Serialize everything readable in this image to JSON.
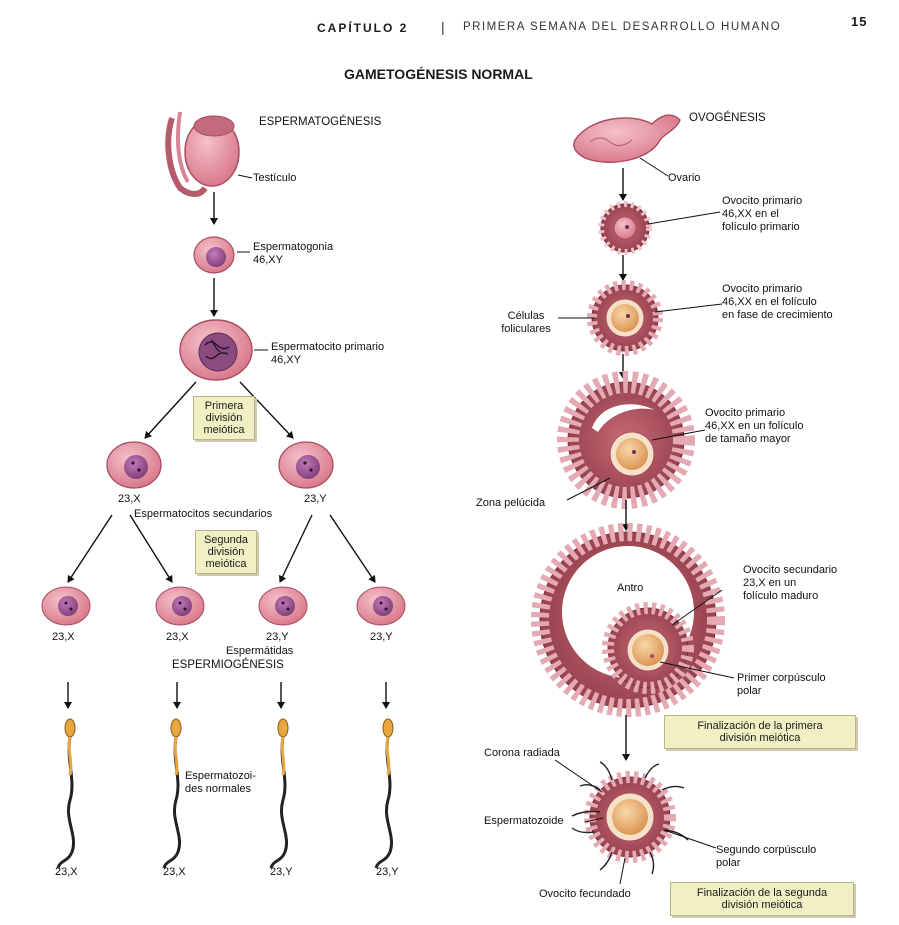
{
  "header": {
    "chapter": "CAPÍTULO 2",
    "separator": "|",
    "section": "PRIMERA SEMANA DEL DESARROLLO HUMANO",
    "page_number": "15"
  },
  "title": "GAMETOGÉNESIS NORMAL",
  "colors": {
    "cell_fill": "#e89aa6",
    "cell_stroke": "#b8566a",
    "nucleus": "#9b4f93",
    "follicle": "#a24a55",
    "box_fill": "#f1efc4",
    "sperm_head": "#e8a640"
  },
  "left": {
    "heading": "ESPERMATOGÉNESIS",
    "testicle": "Testículo",
    "spermatogonium": "Espermatogonia",
    "spermatogonium_karyotype": "46,XY",
    "primary_spermatocyte": "Espermatocito primario",
    "primary_spermatocyte_karyotype": "46,XY",
    "first_meiotic_division": [
      "Primera",
      "división",
      "meiótica"
    ],
    "secondary_left_karyotype": "23,X",
    "secondary_right_karyotype": "23,Y",
    "secondary_spermatocytes": "Espermatocitos secundarios",
    "second_meiotic_division": [
      "Segunda",
      "división",
      "meiótica"
    ],
    "spermatid_karyotypes": [
      "23,X",
      "23,X",
      "23,Y",
      "23,Y"
    ],
    "spermatids": "Espermátidas",
    "spermiogenesis": "ESPERMIOGÉNESIS",
    "normal_sperm": [
      "Espermatozoi-",
      "des normales"
    ],
    "sperm_karyotypes": [
      "23,X",
      "23,X",
      "23,Y",
      "23,Y"
    ]
  },
  "right": {
    "heading": "OVOGÉNESIS",
    "ovary": "Ovario",
    "primary_oocyte_1": [
      "Ovocito primario",
      "46,XX en el",
      "folículo primario"
    ],
    "primary_oocyte_2": [
      "Ovocito primario",
      "46,XX en el folículo",
      "en fase de crecimiento"
    ],
    "follicular_cells": [
      "Células",
      "foliculares"
    ],
    "primary_oocyte_3": [
      "Ovocito primario",
      "46,XX en un folículo",
      "de tamaño mayor"
    ],
    "zona_pellucida": "Zona pelúcida",
    "secondary_oocyte": [
      "Ovocito secundario",
      "23,X en un",
      "folículo maduro"
    ],
    "antrum": "Antro",
    "first_polar_body": [
      "Primer corpúsculo",
      "polar"
    ],
    "end_first_division": [
      "Finalización de la primera",
      "división meiótica"
    ],
    "corona_radiata": "Corona radiada",
    "spermatozoon": "Espermatozoide",
    "second_polar_body": [
      "Segundo corpúsculo",
      "polar"
    ],
    "fertilized_oocyte": "Ovocito fecundado",
    "end_second_division": [
      "Finalización de la segunda",
      "división meiótica"
    ]
  }
}
